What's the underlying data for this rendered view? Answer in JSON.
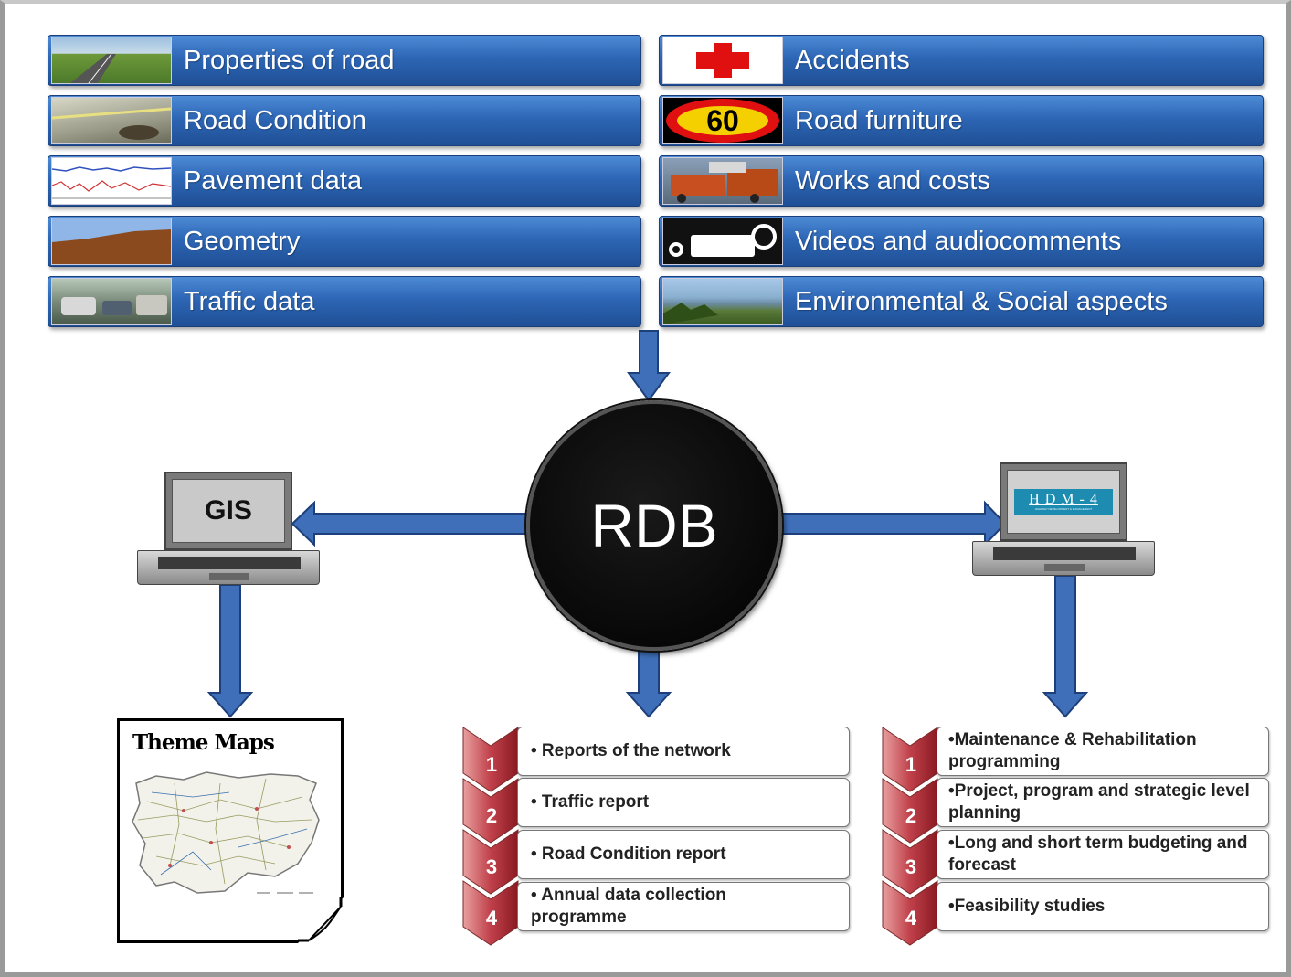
{
  "left_bars": [
    {
      "label": "Properties of road",
      "thumb": "road-photo-icon"
    },
    {
      "label": "Road Condition",
      "thumb": "road-damage-photo-icon"
    },
    {
      "label": "Pavement data",
      "thumb": "pavement-graph-icon"
    },
    {
      "label": "Geometry",
      "thumb": "geometry-profile-icon"
    },
    {
      "label": "Traffic data",
      "thumb": "traffic-photo-icon"
    }
  ],
  "right_bars": [
    {
      "label": "Accidents",
      "thumb": "red-cross-icon"
    },
    {
      "label": "Road furniture",
      "thumb": "speed-sign-icon",
      "sign_text": "60"
    },
    {
      "label": "Works and costs",
      "thumb": "road-works-photo-icon"
    },
    {
      "label": "Videos and audiocomments",
      "thumb": "video-camera-icon"
    },
    {
      "label": "Environmental & Social aspects",
      "thumb": "landscape-photo-icon"
    }
  ],
  "center": {
    "label": "RDB"
  },
  "gis": {
    "label": "GIS"
  },
  "hdm": {
    "label": "H D M - 4",
    "sublabel": "HIGHWAY DEVELOPMENT & MANAGEMENT"
  },
  "theme_maps": {
    "title": "Theme Maps"
  },
  "reports": [
    {
      "num": "1",
      "text": "• Reports of the network"
    },
    {
      "num": "2",
      "text": "• Traffic report"
    },
    {
      "num": "3",
      "text": "• Road Condition report"
    },
    {
      "num": "4",
      "text": "• Annual data collection programme"
    }
  ],
  "hdm_outputs": [
    {
      "num": "1",
      "text": "•Maintenance  & Rehabilitation programming"
    },
    {
      "num": "2",
      "text": "•Project, program and strategic level planning"
    },
    {
      "num": "3",
      "text": "•Long and short term budgeting and forecast"
    },
    {
      "num": "4",
      "text": "•Feasibility studies"
    }
  ],
  "colors": {
    "bar": "#2d66b5",
    "arrow": "#3f6fb8",
    "chevron": "#b8323a"
  }
}
